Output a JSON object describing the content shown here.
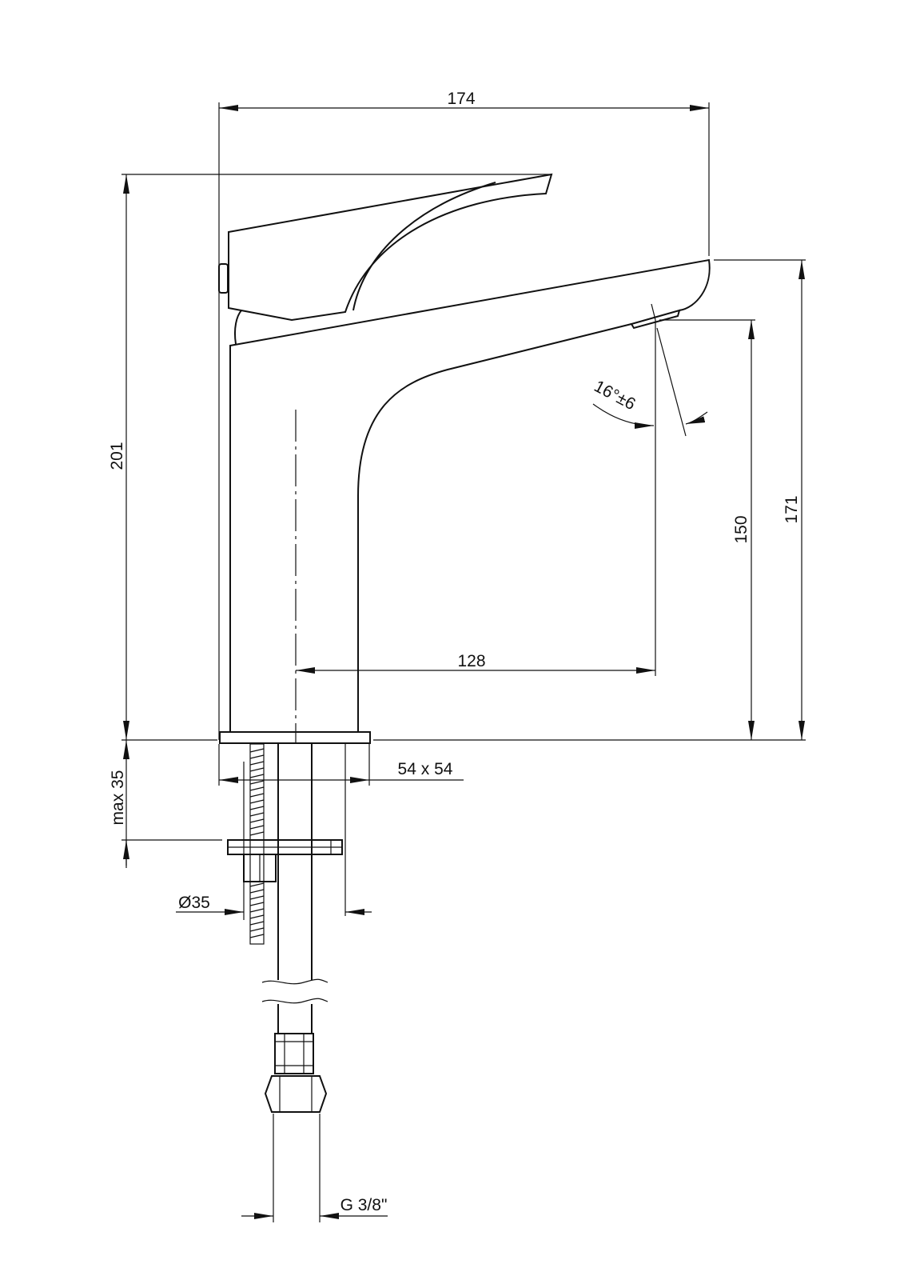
{
  "dimensions": {
    "overall_width": "174",
    "overall_height": "201",
    "spout_height": "171",
    "outlet_height": "150",
    "spout_reach": "128",
    "outlet_angle": "16°±6",
    "base_size": "54 x 54",
    "max_counter_thickness": "max 35",
    "hole_diameter": "Ø35",
    "connection_thread": "G 3/8\""
  },
  "colors": {
    "line": "#111111",
    "background": "#ffffff"
  }
}
